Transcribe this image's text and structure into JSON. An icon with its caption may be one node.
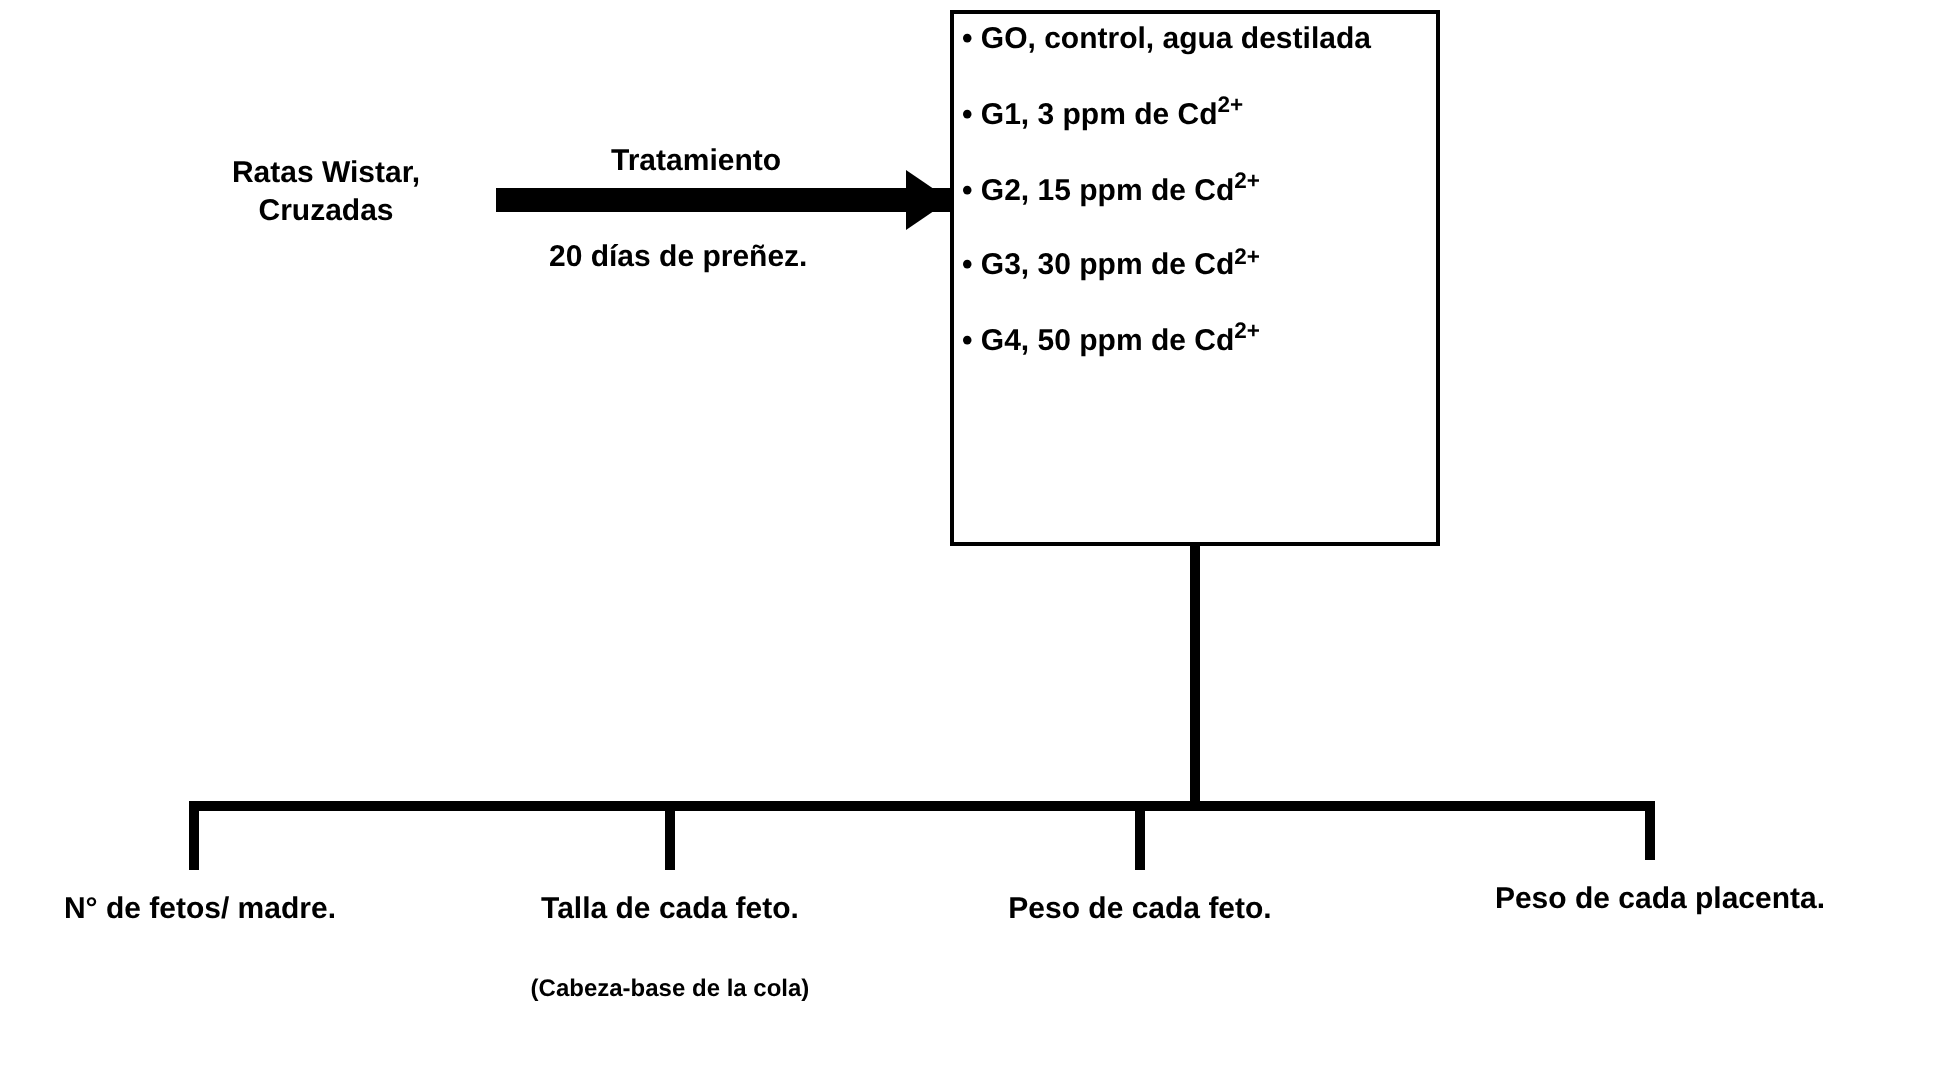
{
  "diagram": {
    "nodes": [
      {
        "text": [
          "Ratas Wistar, Cruzadas"
        ]
      },
      {
        "text": [
          "• GO, control, agua destilada",
          "• G1, 3 ppm de Cd$^{2+}$",
          "• G2, 15 ppm de Cd$^{2+}$",
          "• G3, 30 ppm de Cd$^{2+}$",
          "•  G4, 50 ppm de Cd$^{2+}$"
        ]
      },
      {
        "text": [
          "N° de fetos/ madre."
        ]
      },
      {
        "text": [
          "Talla de cada feto."
        ],
        "beside": [
          "(Cabeza-base de la cola)"
        ]
      },
      {
        "text": [
          "Peso de cada feto."
        ]
      },
      {
        "text": [
          "Peso  de cada placenta."
        ]
      }
    ],
    "edges": [
      {
        "from": 0,
        "to": 1,
        "arrow": "to",
        "label": "Tratamiento",
        "style": "thick"
      },
      {
        "from": 1,
        "to": 2,
        "arrow": "none"
      },
      {
        "from": 1,
        "to": 3,
        "arrow": "none"
      },
      {
        "from": 1,
        "to": 4,
        "arrow": "none"
      },
      {
        "from": 1,
        "to": 5,
        "arrow": "none"
      }
    ],
    "labels": [
      "20 días de preñez."
    ]
  }
}
